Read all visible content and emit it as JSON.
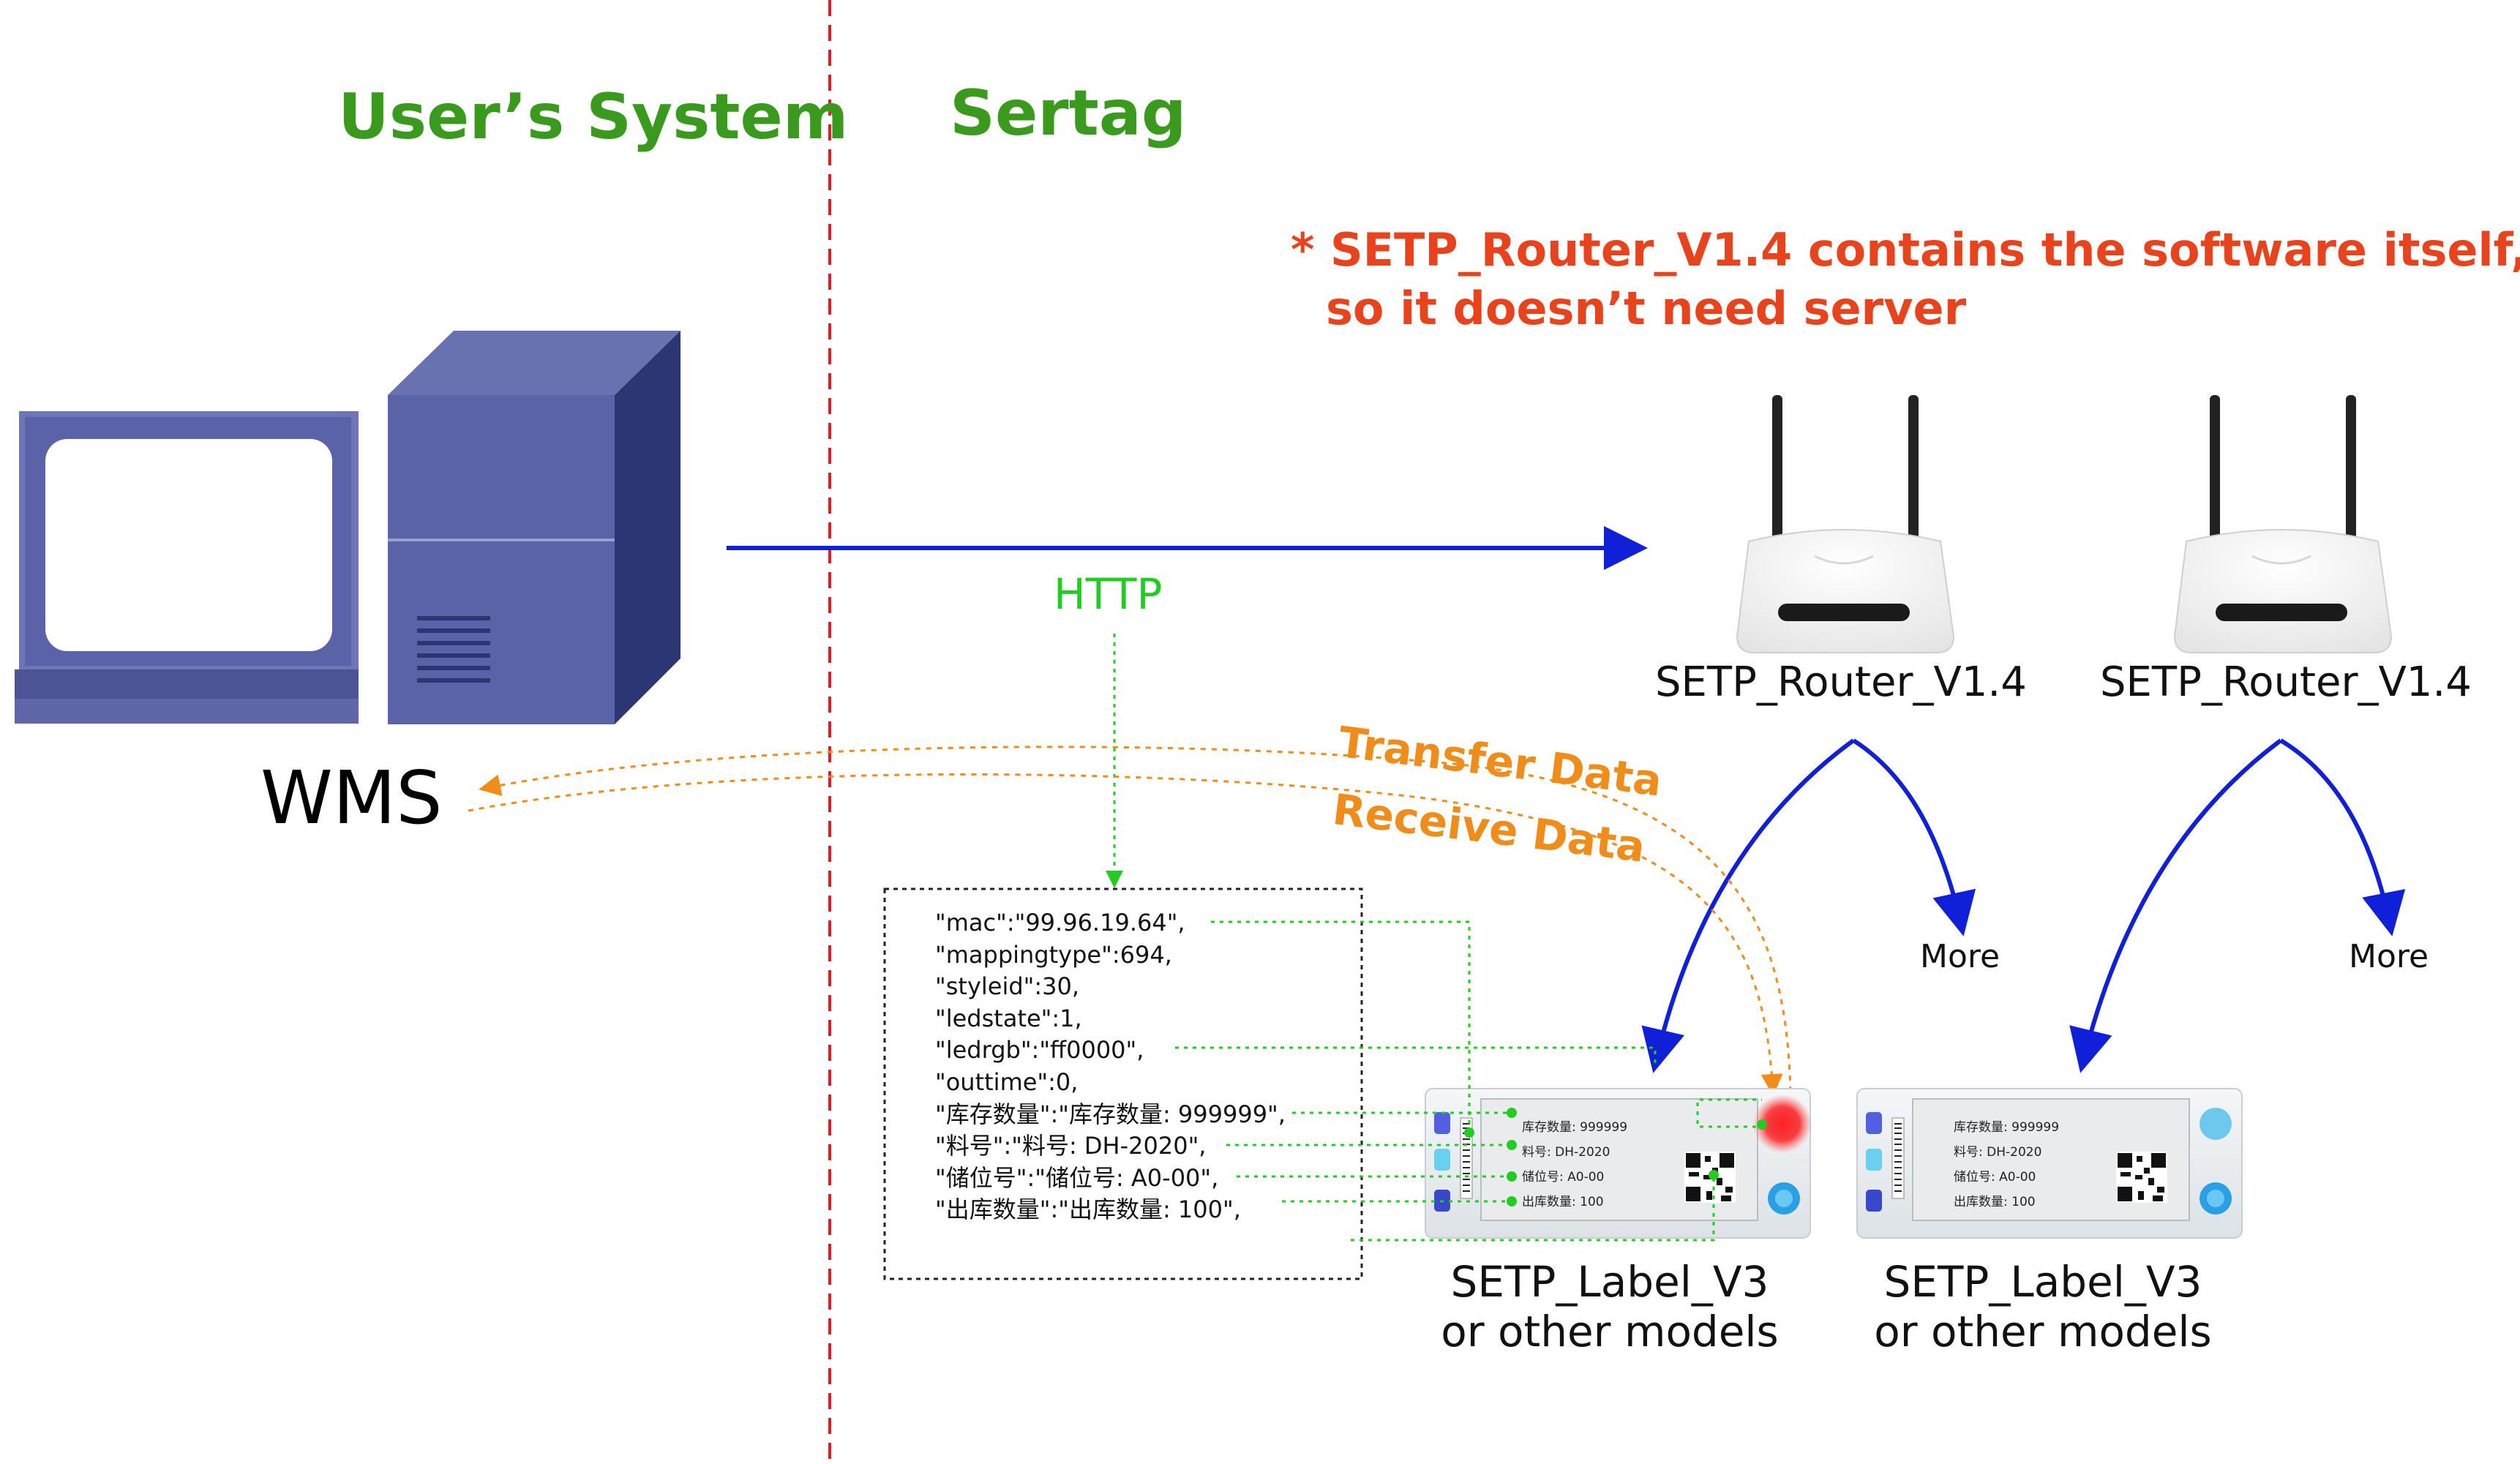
{
  "headings": {
    "users_system": "User’s System",
    "sertag": "Sertag"
  },
  "note": {
    "line1": "* SETP_Router_V1.4 contains the software itself,",
    "line2": "so it doesn’t need server"
  },
  "wms_label": "WMS",
  "protocol_label": "HTTP",
  "routers": [
    {
      "label": "SETP_Router_V1.4",
      "more": "More"
    },
    {
      "label": "SETP_Router_V1.4",
      "more": "More"
    }
  ],
  "flows": {
    "transfer": "Transfer Data",
    "receive": "Receive Data"
  },
  "json_lines": [
    "\"mac\":\"99.96.19.64\",",
    "\"mappingtype\":694,",
    "\"styleid\":30,",
    "\"ledstate\":1,",
    "\"ledrgb\":\"ff0000\",",
    "\"outtime\":0,",
    "\"库存数量\":\"库存数量: 999999\",",
    "\"料号\":\"料号: DH-2020\",",
    "\"储位号\":\"储位号: A0-00\",",
    "\"出库数量\":\"出库数量: 100\","
  ],
  "tag_screen": {
    "lines": [
      "库存数量: 999999",
      "料号: DH-2020",
      "储位号: A0-00",
      "出库数量: 100"
    ]
  },
  "labels": [
    {
      "line1": "SETP_Label_V3",
      "line2": "or other models"
    },
    {
      "line1": "SETP_Label_V3",
      "line2": "or other models"
    }
  ],
  "colors": {
    "heading": "#3a9a1e",
    "note": "#e8431c",
    "arrow_blue": "#1020d8",
    "http_green": "#22cc22",
    "flow_orange": "#ef8c1a",
    "divider_red": "#d8202a",
    "pc_blue": "#5b63a8"
  }
}
